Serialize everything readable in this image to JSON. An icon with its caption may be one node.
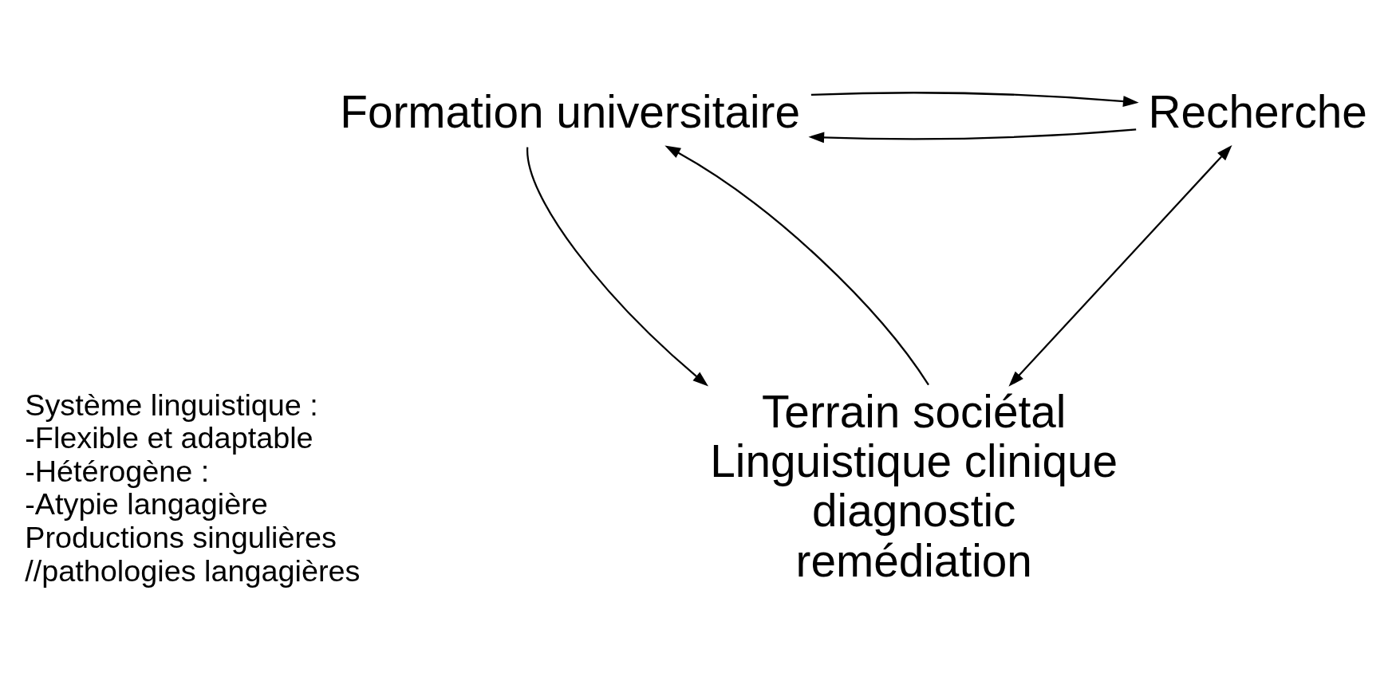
{
  "diagram": {
    "nodes": [
      {
        "text": [
          "Recherche"
        ]
      },
      {
        "text": [
          "Formation universitaire"
        ]
      },
      {
        "text": [
          "Terrain sociétal",
          "Linguistique clinique",
          "diagnostic",
          "remédiation"
        ]
      }
    ],
    "edges": [
      {
        "from": 0,
        "to": 1,
        "arrow": "to"
      },
      {
        "from": 1,
        "to": 0,
        "arrow": "to"
      },
      {
        "from": 1,
        "to": 2,
        "arrow": "to"
      },
      {
        "from": 2,
        "to": 1,
        "arrow": "to"
      },
      {
        "from": 0,
        "to": 2,
        "arrow": "both"
      }
    ],
    "labels": [
      "Système linguistique :",
      "-Flexible et adaptable",
      "-Hétérogène :",
      "-Atypie langagière",
      "Productions singulières",
      "//pathologies langagières"
    ]
  }
}
